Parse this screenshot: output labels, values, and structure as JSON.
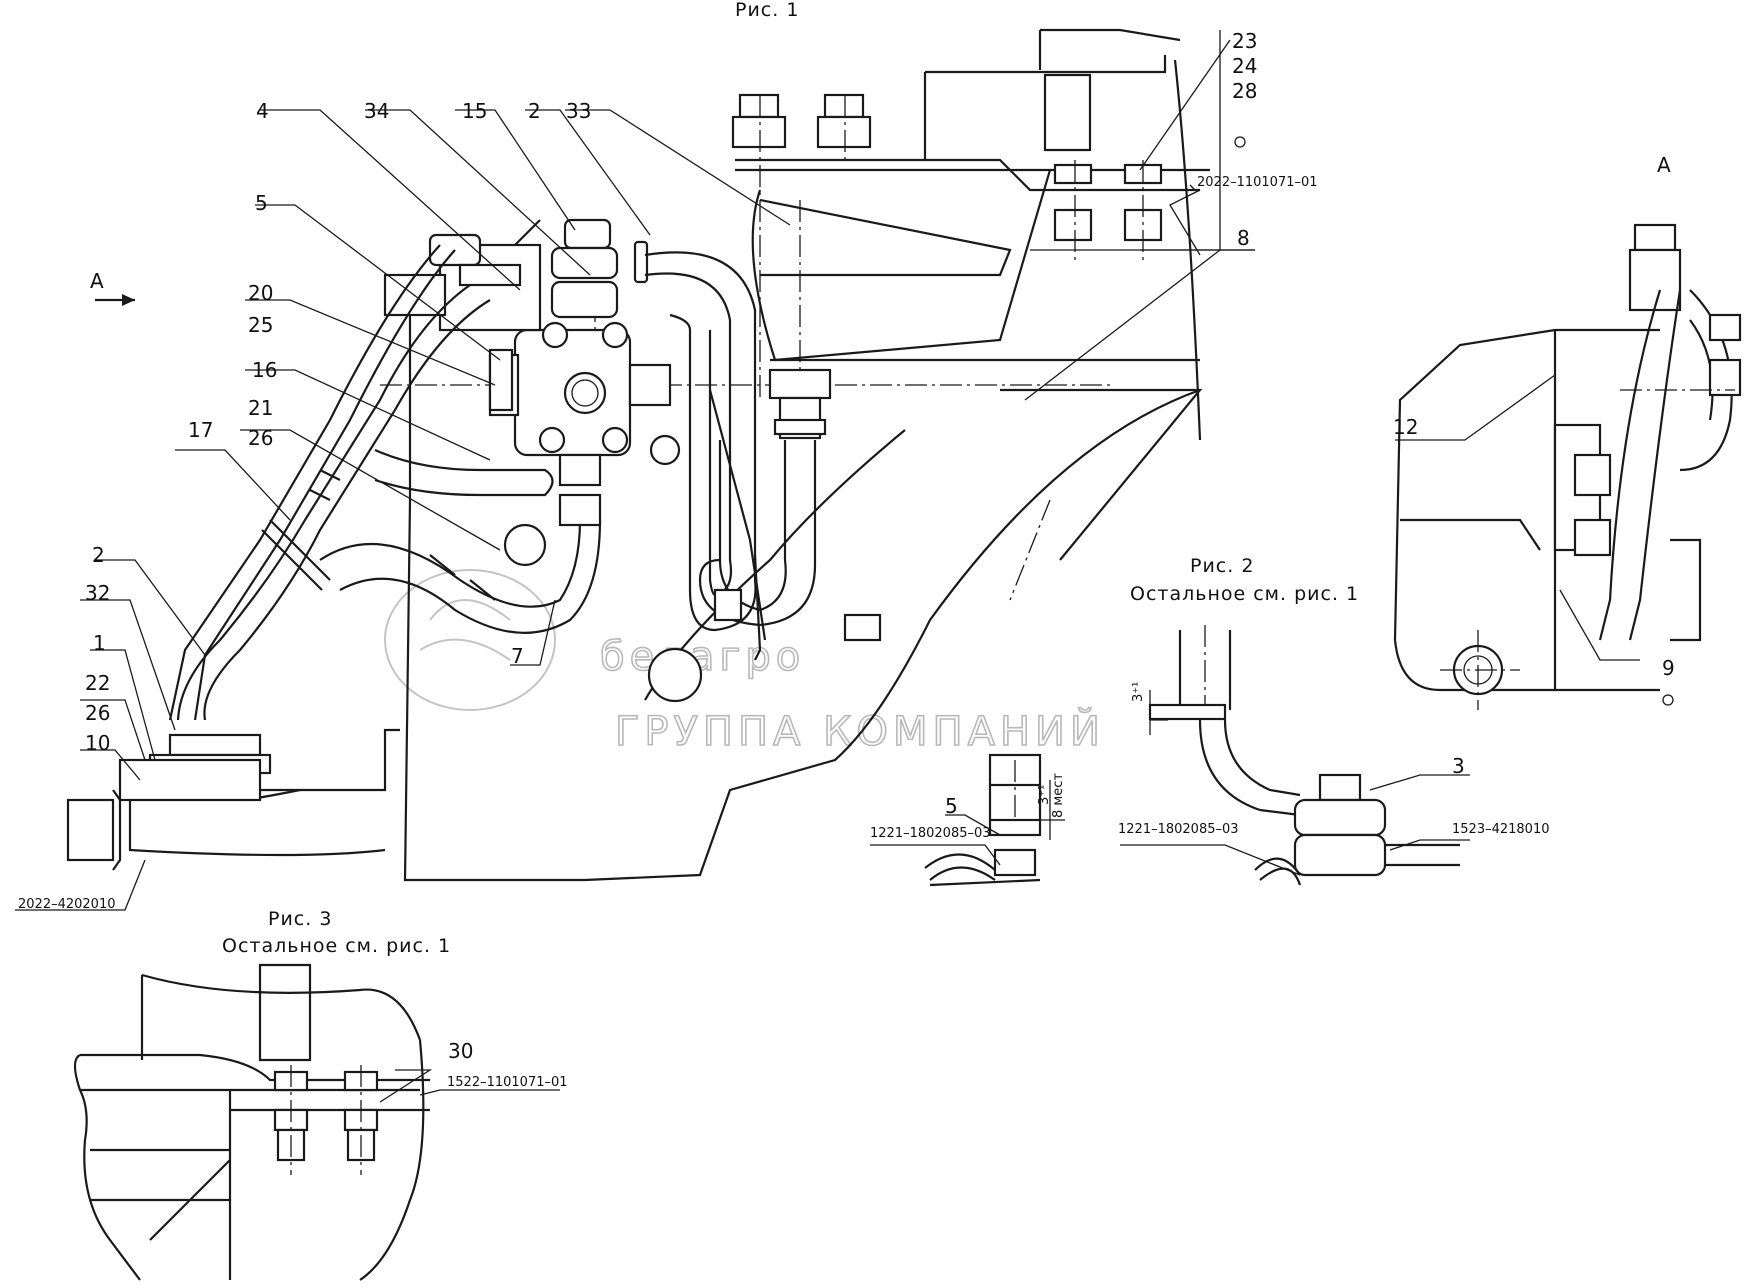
{
  "figures": {
    "fig1": {
      "caption": "Рис. 1"
    },
    "fig2": {
      "caption": "Рис. 2",
      "note": "Остальное см. рис. 1"
    },
    "fig3": {
      "caption": "Рис. 3",
      "note": "Остальное см. рис. 1"
    }
  },
  "view_marker": "A",
  "callouts": {
    "c4": "4",
    "c34": "34",
    "c15": "15",
    "c2a": "2",
    "c33": "33",
    "c5a": "5",
    "c20": "20",
    "c25": "25",
    "c16": "16",
    "c21": "21",
    "c26a": "26",
    "c17": "17",
    "c2b": "2",
    "c32": "32",
    "c1": "1",
    "c22": "22",
    "c26b": "26",
    "c10": "10",
    "c7": "7",
    "c8": "8",
    "c23": "23",
    "c24": "24",
    "c28": "28",
    "c12": "12",
    "c9": "9",
    "c5b": "5",
    "c3": "3",
    "c30": "30"
  },
  "part_numbers": {
    "p2022_1101071": "2022–1101071–01",
    "p2022_4202010": "2022–4202010",
    "p1221_a": "1221–1802085–03",
    "p1221_b": "1221–1802085–03",
    "p1523": "1523–4218010",
    "p1522": "1522–1101071–01"
  },
  "dimensions": {
    "d8mest": "8 мест",
    "tol1": "3⁺¹",
    "tol2": "3⁺¹"
  },
  "watermark": {
    "logo": "белагро",
    "text": "ГРУППА КОМПАНИЙ"
  }
}
